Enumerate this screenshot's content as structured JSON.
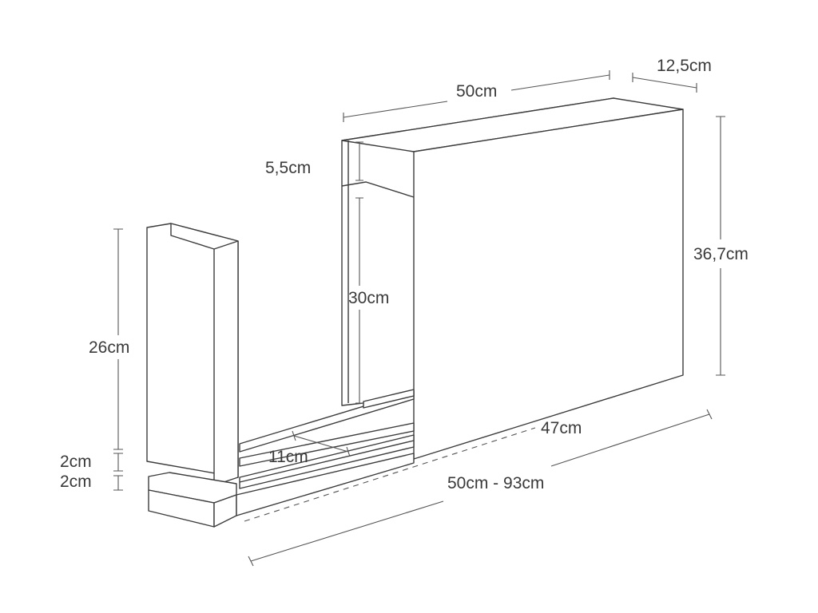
{
  "dimensions": {
    "top_length": "50cm",
    "depth": "12,5cm",
    "top_gap": "5,5cm",
    "inner_height": "30cm",
    "total_height": "36,7cm",
    "side_height": "26cm",
    "gap_lower": "2cm",
    "base_height": "2cm",
    "rail_width": "11cm",
    "rail_length": "47cm",
    "extend_range": "50cm - 93cm"
  },
  "colors": {
    "line": "#3c3c3c",
    "dimension": "#555555",
    "text": "#3a3a3a",
    "background": "#ffffff"
  }
}
